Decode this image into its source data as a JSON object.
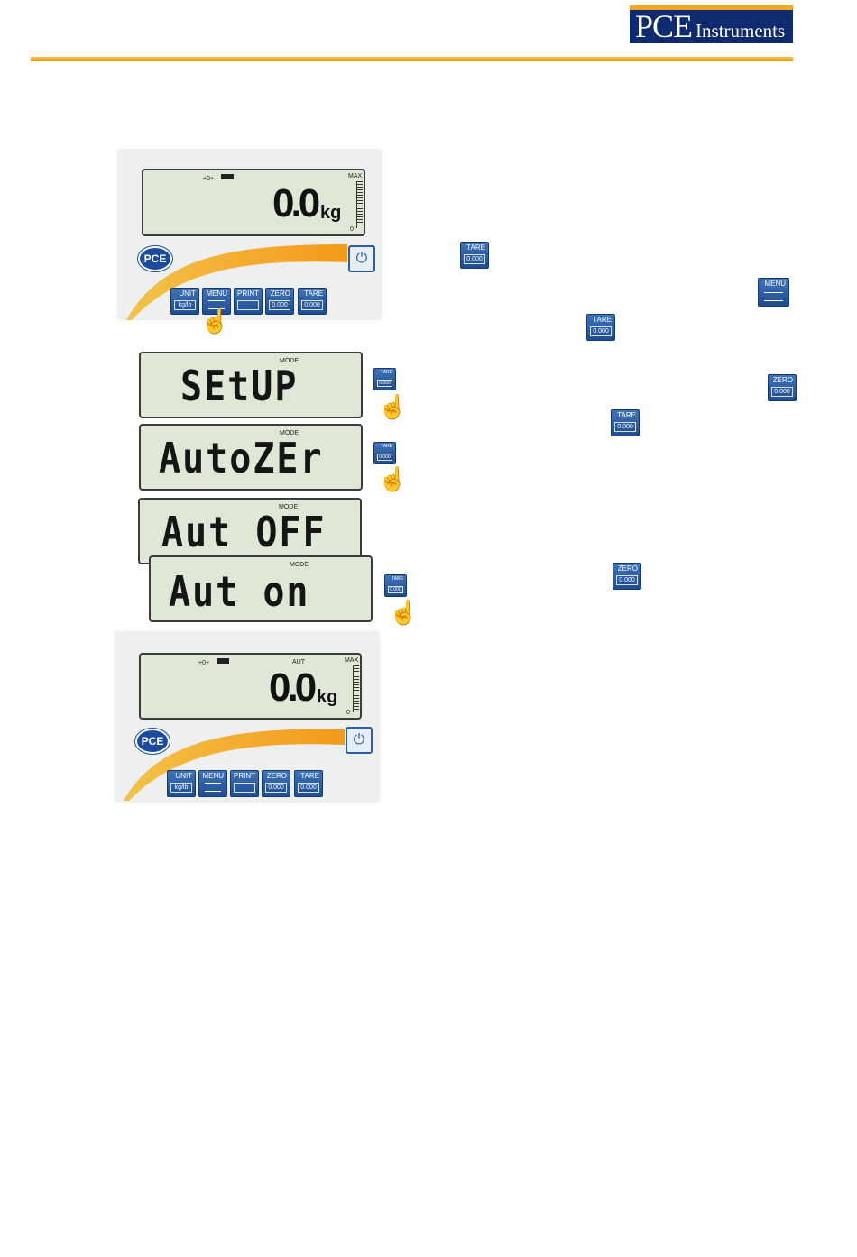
{
  "header": {
    "logo_brand": "PCE",
    "logo_sub": "Instruments"
  },
  "colors": {
    "logo_bg": "#0d2b6e",
    "accent_orange": "#f5a623",
    "key_blue": "#2b5fa8",
    "lcd_bg": "#dfe8d6"
  },
  "top_display": {
    "reading": "0.0",
    "unit": "kg",
    "indicator_left": "+0+",
    "indicator_max": "MAX",
    "indicator_min": "0"
  },
  "panel_keys": [
    {
      "label": "UNIT",
      "value": "kg/lb"
    },
    {
      "label": "MENU",
      "value": ""
    },
    {
      "label": "PRINT",
      "value": ""
    },
    {
      "label": "ZERO",
      "value": "0.000"
    },
    {
      "label": "TARE",
      "value": "0.000"
    }
  ],
  "badge": "PCE",
  "power_icon": "⏻",
  "steps": [
    {
      "mode_label": "MODE",
      "text": "SEtUP"
    },
    {
      "mode_label": "MODE",
      "text": "AutoZEr"
    },
    {
      "mode_label": "MODE",
      "text": "Aut OFF"
    },
    {
      "mode_label": "MODE",
      "text": "Aut on"
    }
  ],
  "bottom_display": {
    "reading": "0.0",
    "unit": "kg",
    "indicator_left": "+0+",
    "indicator_aut": "AUT",
    "indicator_max": "MAX",
    "indicator_min": "0"
  },
  "inline_keys": {
    "tare_1": {
      "label": "TARE",
      "value": "0.000"
    },
    "menu_1": {
      "label": "MENU",
      "value": ""
    },
    "tare_2": {
      "label": "TARE",
      "value": "0.000"
    },
    "zero_1": {
      "label": "ZERO",
      "value": "0.000"
    },
    "tare_3": {
      "label": "TARE",
      "value": "0.000"
    },
    "zero_2": {
      "label": "ZERO",
      "value": "0.000"
    }
  },
  "side_keys": {
    "tare_a": {
      "label": "TARE",
      "value": "0.000"
    },
    "tare_b": {
      "label": "TARE",
      "value": "0.000"
    },
    "tare_c": {
      "label": "TARE",
      "value": "0.000"
    }
  },
  "hand_icon": "☝"
}
